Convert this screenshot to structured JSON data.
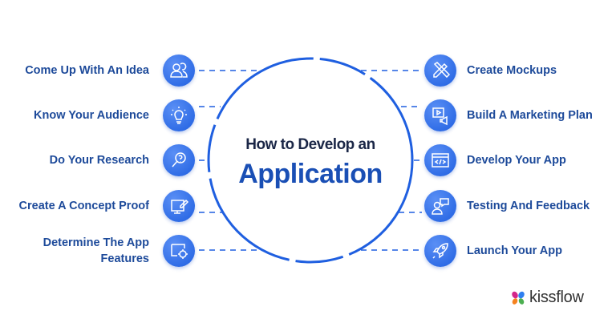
{
  "title": {
    "line1": "How to Develop an",
    "line2": "Application"
  },
  "left_steps": [
    {
      "label": "Come Up With An Idea",
      "icon": "users-icon"
    },
    {
      "label": "Know Your Audience",
      "icon": "lightbulb-icon"
    },
    {
      "label": "Do Your Research",
      "icon": "search-icon"
    },
    {
      "label": "Create A Concept Proof",
      "icon": "edit-screen-icon"
    },
    {
      "label": "Determine The App Features",
      "icon": "features-icon"
    }
  ],
  "right_steps": [
    {
      "label": "Create Mockups",
      "icon": "pencil-ruler-icon"
    },
    {
      "label": "Build A Marketing Plan",
      "icon": "megaphone-icon"
    },
    {
      "label": "Develop Your App",
      "icon": "code-window-icon"
    },
    {
      "label": "Testing And Feedback",
      "icon": "feedback-icon"
    },
    {
      "label": "Launch Your App",
      "icon": "rocket-icon"
    }
  ],
  "brand": {
    "name": "kissflow"
  },
  "colors": {
    "accent": "#1f5fe0",
    "label": "#1d4a9a",
    "title": "#1b2747"
  }
}
